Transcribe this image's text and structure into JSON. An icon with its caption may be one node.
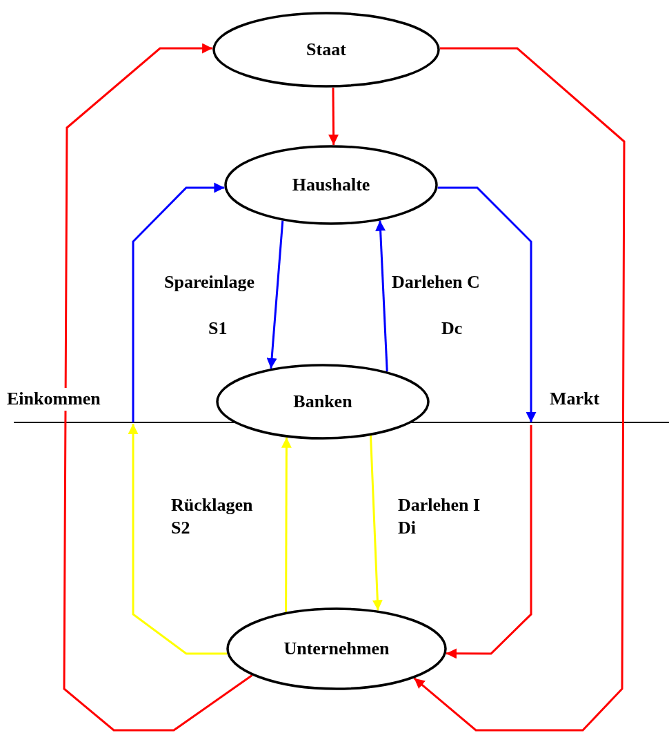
{
  "diagram": {
    "nodes": [
      {
        "text": [
          "Staat"
        ]
      },
      {
        "text": [
          "Haushalte"
        ]
      },
      {
        "text": [
          "Banken"
        ]
      },
      {
        "text": [
          "Unternehmen"
        ]
      }
    ],
    "edges": [
      {
        "from": 3,
        "to": 0,
        "arrow": "to",
        "color": "#ff0000"
      },
      {
        "from": 0,
        "to": 3,
        "arrow": "to",
        "color": "#ff0000"
      },
      {
        "from": 0,
        "to": 1,
        "arrow": "to",
        "color": "#ff0000"
      },
      {
        "from": 3,
        "to": null,
        "arrow": "to",
        "color": "#ffff00"
      },
      {
        "from": null,
        "to": 1,
        "arrow": "to",
        "color": "#0000ff"
      },
      {
        "from": 1,
        "to": null,
        "arrow": "to",
        "color": "#0000ff"
      },
      {
        "from": null,
        "to": 3,
        "arrow": "to",
        "color": "#ff0000"
      },
      {
        "from": 1,
        "to": 2,
        "arrow": "to",
        "color": "#0000ff"
      },
      {
        "from": 2,
        "to": 1,
        "arrow": "to",
        "color": "#0000ff"
      },
      {
        "from": 3,
        "to": 2,
        "arrow": "to",
        "color": "#ffff00"
      },
      {
        "from": 2,
        "to": 3,
        "arrow": "to",
        "color": "#ffff00"
      }
    ],
    "labels": [
      "Spareinlage",
      "Darlehen C",
      "S1",
      "Dc",
      "Einkommen",
      "Markt",
      "Rücklagen S2",
      "Darlehen I Di"
    ]
  }
}
